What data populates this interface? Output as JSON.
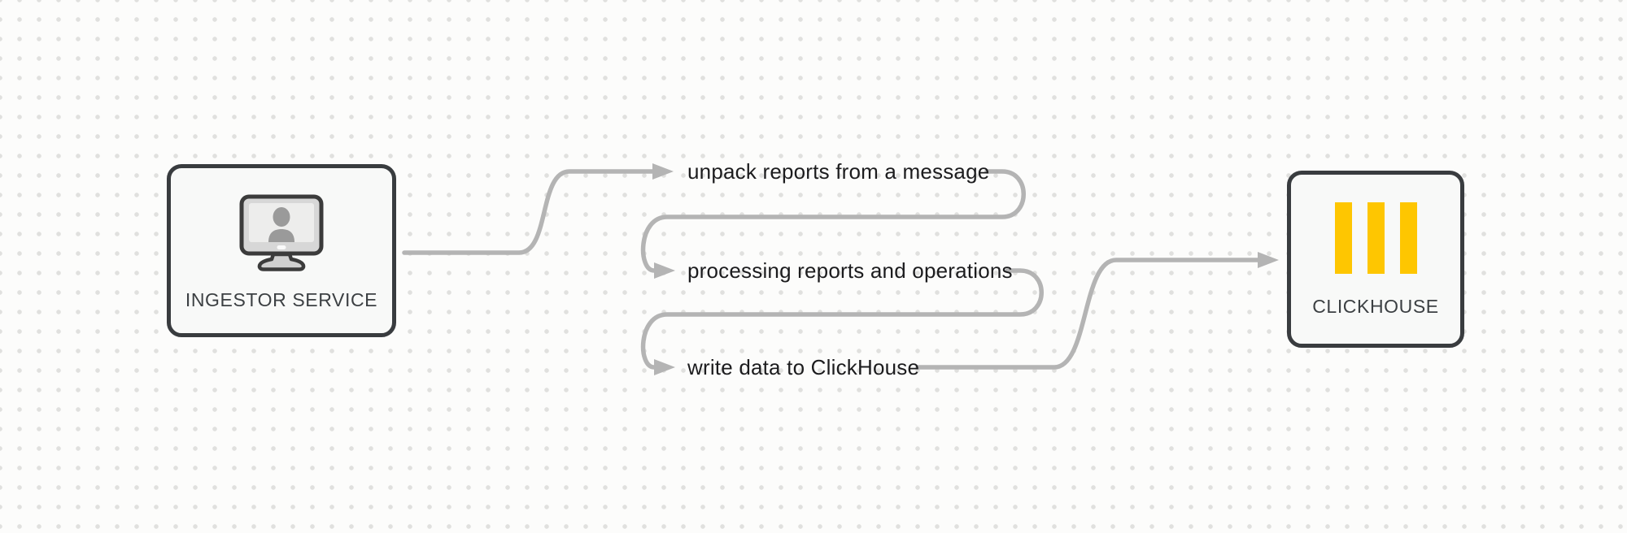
{
  "diagram": {
    "type": "flow-diagram",
    "nodes": {
      "ingestor": {
        "label": "INGESTOR SERVICE",
        "icon": "user-workstation-icon"
      },
      "clickhouse": {
        "label": "CLICKHOUSE",
        "icon": "clickhouse-logo-icon"
      }
    },
    "steps": [
      {
        "id": "step-1",
        "label": "unpack reports from a message"
      },
      {
        "id": "step-2",
        "label": "processing reports and operations"
      },
      {
        "id": "step-3",
        "label": "write data to ClickHouse"
      }
    ],
    "edges": [
      {
        "from": "ingestor",
        "to": "step-1"
      },
      {
        "from": "step-1",
        "to": "step-2"
      },
      {
        "from": "step-2",
        "to": "step-3"
      },
      {
        "from": "step-3",
        "to": "clickhouse"
      }
    ]
  },
  "colors": {
    "background": "#fcfcfb",
    "dot": "#e0e0de",
    "node-fill": "#f8f9f8",
    "node-border": "#393c3f",
    "node-label": "#3c4043",
    "edge": "#b4b4b4",
    "step-text": "#1c1c1e",
    "brand-yellow": "#fec601",
    "icon-gray": "#9a9a9a"
  }
}
